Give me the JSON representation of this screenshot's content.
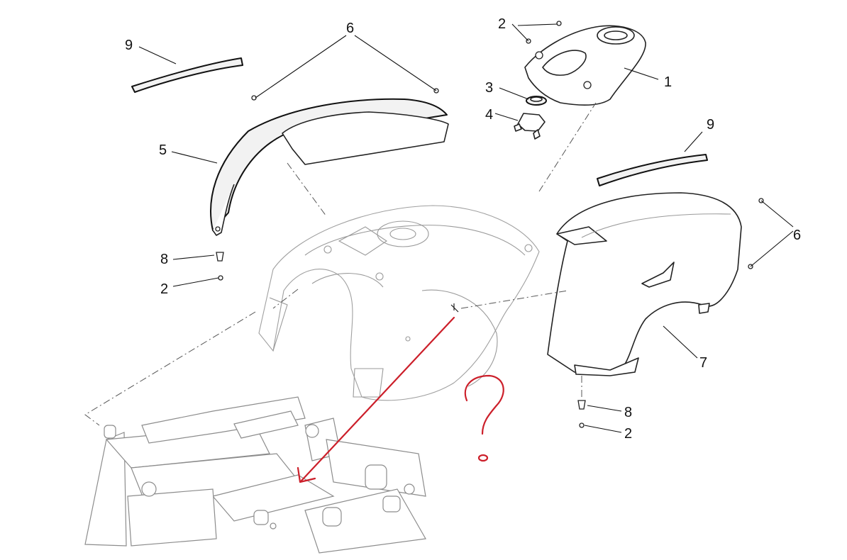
{
  "diagram": {
    "callouts": [
      {
        "id": "c9a",
        "text": "9"
      },
      {
        "id": "c6a",
        "text": "6"
      },
      {
        "id": "c2a",
        "text": "2"
      },
      {
        "id": "c1",
        "text": "1"
      },
      {
        "id": "c3",
        "text": "3"
      },
      {
        "id": "c4",
        "text": "4"
      },
      {
        "id": "c5",
        "text": "5"
      },
      {
        "id": "c9b",
        "text": "9"
      },
      {
        "id": "c6b",
        "text": "6"
      },
      {
        "id": "c8a",
        "text": "8"
      },
      {
        "id": "c2b",
        "text": "2"
      },
      {
        "id": "c7",
        "text": "7"
      },
      {
        "id": "c8b",
        "text": "8"
      },
      {
        "id": "c2c",
        "text": "2"
      }
    ],
    "annotation_color": "#cc1f2a",
    "line_color": "#222222"
  }
}
